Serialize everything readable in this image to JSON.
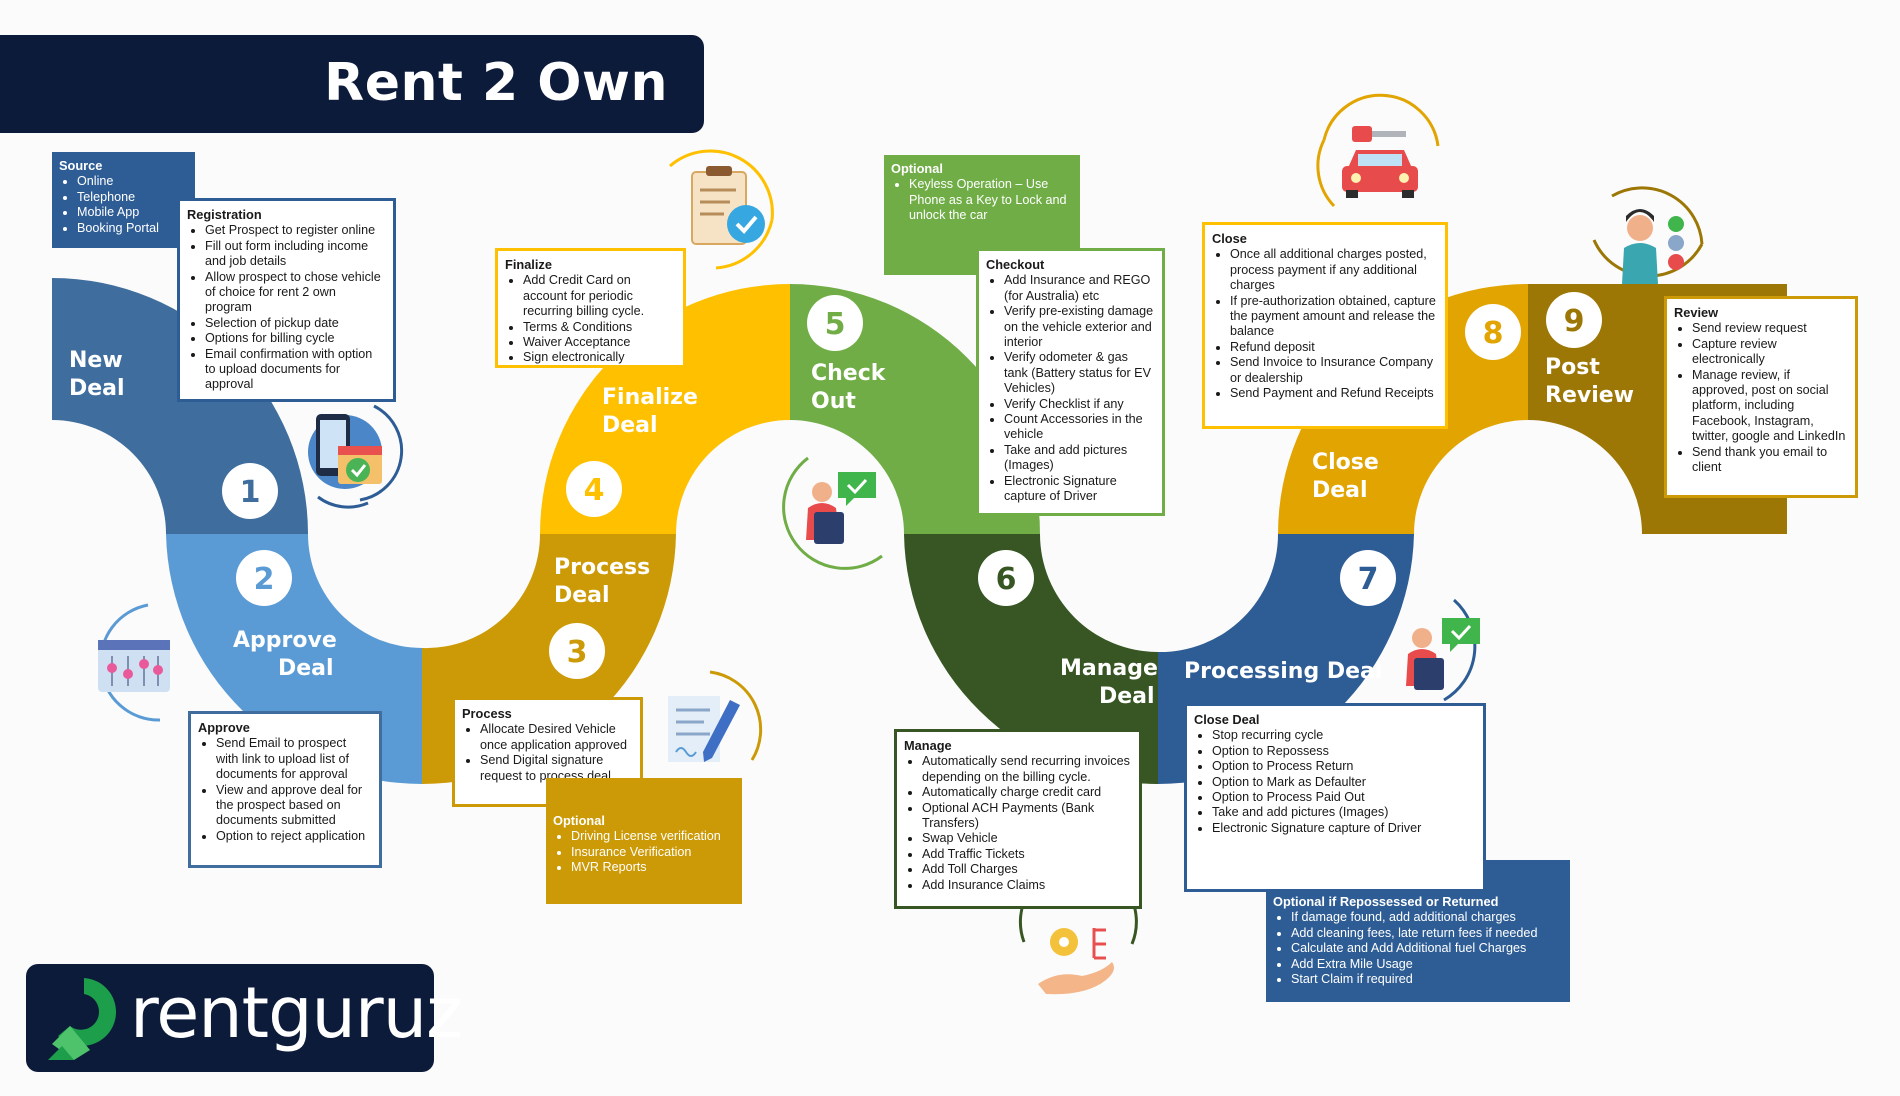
{
  "title": "Rent 2 Own",
  "logo": {
    "text": "rentguruz",
    "brand_color": "#1c9e4a"
  },
  "colors": {
    "navy": "#0d1b3a",
    "stage1": "#3f6e9e",
    "stage2": "#5b9bd5",
    "stage3": "#cc9a06",
    "stage4": "#ffc000",
    "stage5": "#70ad47",
    "stage6": "#375623",
    "stage7": "#2e5d95",
    "stage8": "#e2a400",
    "stage9": "#9c7705"
  },
  "stages": [
    {
      "number": "1",
      "label_lines": [
        "New",
        "Deal"
      ]
    },
    {
      "number": "2",
      "label_lines": [
        "Approve",
        "Deal"
      ]
    },
    {
      "number": "3",
      "label_lines": [
        "Process",
        "Deal"
      ]
    },
    {
      "number": "4",
      "label_lines": [
        "Finalize",
        "Deal"
      ]
    },
    {
      "number": "5",
      "label_lines": [
        "Check",
        "Out"
      ]
    },
    {
      "number": "6",
      "label_lines": [
        "Manage",
        "Deal"
      ]
    },
    {
      "number": "7",
      "label_lines": [
        "Processing Deal"
      ]
    },
    {
      "number": "8",
      "label_lines": [
        "Close",
        "Deal"
      ]
    },
    {
      "number": "9",
      "label_lines": [
        "Post",
        "Review"
      ]
    }
  ],
  "boxes": {
    "source": {
      "title": "Source",
      "items": [
        "Online",
        "Telephone",
        "Mobile App",
        "Booking Portal"
      ]
    },
    "registration": {
      "title": "Registration",
      "items": [
        "Get Prospect to register online",
        "Fill out form including income and job details",
        "Allow prospect to chose vehicle of choice for rent 2 own program",
        "Selection of pickup date",
        "Options for billing cycle",
        "Email confirmation with option to upload documents for approval"
      ]
    },
    "approve": {
      "title": "Approve",
      "items": [
        "Send Email to prospect with link to upload list of documents for approval",
        "View and approve deal for the prospect based on documents submitted",
        "Option to reject application"
      ]
    },
    "process": {
      "title": "Process",
      "items": [
        "Allocate Desired Vehicle once application approved",
        "Send Digital signature request to process deal"
      ]
    },
    "process_optional": {
      "title": "Optional",
      "items": [
        "Driving License verification",
        "Insurance Verification",
        "MVR Reports"
      ]
    },
    "finalize": {
      "title": "Finalize",
      "items": [
        "Add Credit Card on account for periodic recurring billing cycle.",
        "Terms & Conditions",
        "Waiver Acceptance",
        "Sign electronically"
      ]
    },
    "checkout_optional": {
      "title": "Optional",
      "items": [
        "Keyless Operation – Use Phone as a Key to Lock and unlock the car"
      ]
    },
    "checkout": {
      "title": "Checkout",
      "items": [
        "Add Insurance and REGO (for Australia) etc",
        "Verify pre-existing damage on the vehicle exterior and interior",
        "Verify odometer & gas tank (Battery status for EV Vehicles)",
        "Verify Checklist if any",
        "Count Accessories in the vehicle",
        "Take and add pictures (Images)",
        "Electronic Signature capture of Driver"
      ]
    },
    "manage": {
      "title": "Manage",
      "items": [
        "Automatically send recurring invoices depending on the billing cycle.",
        "Automatically charge credit card",
        "Optional ACH Payments (Bank Transfers)",
        "Swap Vehicle",
        "Add Traffic Tickets",
        "Add Toll Charges",
        "Add Insurance Claims"
      ]
    },
    "close_deal": {
      "title": "Close Deal",
      "items": [
        "Stop recurring cycle",
        "Option to Repossess",
        "Option to Process Return",
        "Option to Mark as Defaulter",
        "Option to Process Paid Out",
        "Take and add pictures (Images)",
        "Electronic Signature capture of Driver"
      ]
    },
    "repossessed_optional": {
      "title": "Optional if Repossessed or Returned",
      "items": [
        "If damage found, add additional charges",
        "Add cleaning fees, late return fees if needed",
        "Calculate and Add Additional fuel Charges",
        "Add Extra Mile Usage",
        "Start Claim if required"
      ]
    },
    "close": {
      "title": "Close",
      "items": [
        "Once all additional charges posted, process payment if any additional charges",
        "If pre-authorization obtained, capture the payment amount and release the balance",
        "Refund deposit",
        "Send Invoice to Insurance Company or dealership",
        "Send Payment and Refund Receipts"
      ]
    },
    "review": {
      "title": "Review",
      "items": [
        "Send review request",
        "Capture review electronically",
        "Manage review, if approved, post on social platform, including Facebook, Instagram, twitter, google and LinkedIn",
        "Send thank you email to client"
      ]
    }
  },
  "icons": [
    "registration-phone-calendar-icon",
    "settings-sliders-icon",
    "signature-pen-icon",
    "clipboard-check-icon",
    "person-chat-check-icon",
    "hand-gear-icon",
    "person-chat-check-icon-2",
    "car-key-icon",
    "customer-review-icon"
  ]
}
